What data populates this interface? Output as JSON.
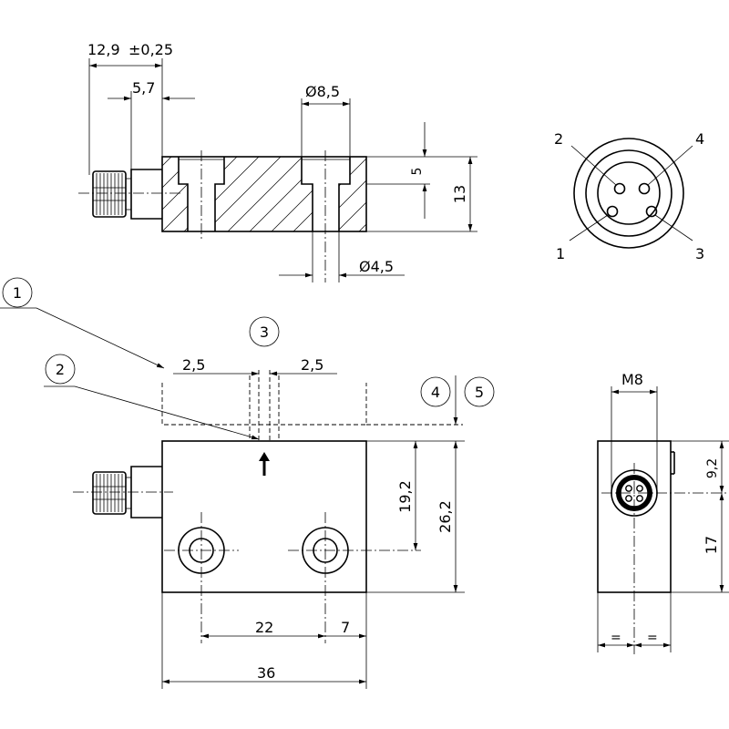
{
  "dimensions": {
    "width_12_9": "12,9",
    "tolerance": "±0,25",
    "width_5_7": "5,7",
    "dia_8_5": "Ø8,5",
    "depth_5": "5",
    "height_13": "13",
    "dia_4_5": "Ø4,5",
    "gap_2_5_left": "2,5",
    "gap_2_5_right": "2,5",
    "height_19_2": "19,2",
    "height_26_2": "26,2",
    "spacing_22": "22",
    "offset_7": "7",
    "length_36": "36",
    "thread_m8": "M8",
    "height_9_2": "9,2",
    "height_17": "17",
    "equal_left": "=",
    "equal_right": "="
  },
  "callouts": [
    "1",
    "2",
    "3",
    "4",
    "5"
  ],
  "pins": [
    "1",
    "2",
    "3",
    "4"
  ]
}
